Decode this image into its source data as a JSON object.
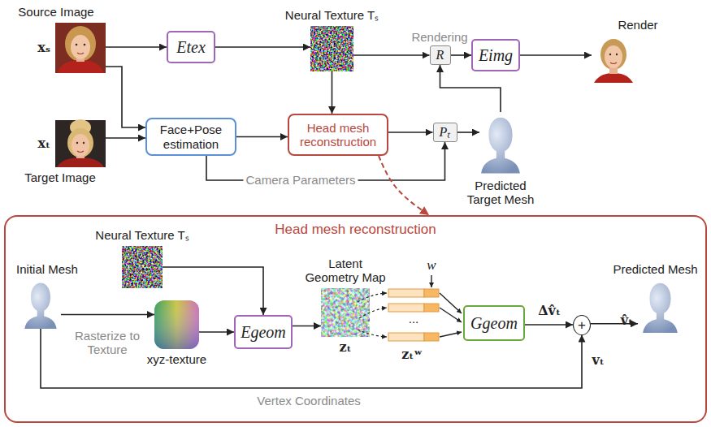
{
  "diagram": {
    "nodes": [
      {
        "text": [
          "Source Image",
          "xₛ"
        ]
      },
      {
        "text": [
          "Etex"
        ]
      },
      {
        "text": [
          "Neural Texture Tₛ"
        ]
      },
      {
        "text": [
          "R"
        ]
      },
      {
        "text": [
          "Eimg"
        ]
      },
      {
        "text": [
          "Render"
        ]
      },
      {
        "text": [
          "xₜ",
          "Target Image"
        ]
      },
      {
        "text": [
          "Face+Pose estimation"
        ]
      },
      {
        "text": [
          "Head mesh reconstruction"
        ]
      },
      {
        "text": [
          "Pₜ"
        ]
      },
      {
        "text": [
          "Predicted Target Mesh"
        ]
      },
      {
        "text": [
          "Head mesh reconstruction"
        ]
      },
      {
        "text": [
          "Neural Texture Tₛ"
        ],
        "in": 11
      },
      {
        "text": [
          "Initial Mesh"
        ],
        "in": 11
      },
      {
        "text": [
          "xyz-texture"
        ],
        "in": 11
      },
      {
        "text": [
          "Egeom"
        ],
        "in": 11
      },
      {
        "text": [
          "Latent Geometry Map",
          "zₜ"
        ],
        "in": 11
      },
      {
        "text": [
          "Ggeom"
        ],
        "in": 11
      },
      {
        "text": [
          "+"
        ],
        "in": 11
      },
      {
        "text": [
          "Predicted Mesh",
          "v̂ₜ"
        ],
        "in": 11
      }
    ],
    "edges": [
      {
        "from": 0,
        "to": 1,
        "arrow": "to"
      },
      {
        "from": 1,
        "to": 2,
        "arrow": "to"
      },
      {
        "from": 2,
        "to": 3,
        "arrow": "to"
      },
      {
        "from": 3,
        "to": 4,
        "arrow": "to"
      },
      {
        "from": 4,
        "to": 5,
        "arrow": "to"
      },
      {
        "from": 0,
        "to": 7,
        "arrow": "to"
      },
      {
        "from": 6,
        "to": 7,
        "arrow": "to"
      },
      {
        "from": 7,
        "to": 8,
        "arrow": "to"
      },
      {
        "from": 2,
        "to": 8,
        "arrow": "to"
      },
      {
        "from": 8,
        "to": 9,
        "arrow": "to"
      },
      {
        "from": 7,
        "to": 9,
        "arrow": "to",
        "label": "Camera Parameters"
      },
      {
        "from": 9,
        "to": 10,
        "arrow": "to"
      },
      {
        "from": 10,
        "to": 3,
        "arrow": "to"
      },
      {
        "from": 8,
        "to": 11,
        "arrow": "to"
      },
      {
        "from": 13,
        "to": 14,
        "arrow": "to",
        "label": "Rasterize to Texture"
      },
      {
        "from": 12,
        "to": 15,
        "arrow": "to"
      },
      {
        "from": 14,
        "to": 15,
        "arrow": "to"
      },
      {
        "from": 15,
        "to": 16,
        "arrow": "to"
      },
      {
        "from": 17,
        "to": 18,
        "arrow": "to",
        "label": "Δv̂ₜ"
      },
      {
        "from": 13,
        "to": 18,
        "arrow": "to",
        "label": "Vertex Coordinates"
      },
      {
        "from": 18,
        "to": 19,
        "arrow": "to"
      }
    ],
    "labels": [
      "Rendering",
      "w",
      "...",
      "zₜʷ",
      "vₜ"
    ]
  }
}
